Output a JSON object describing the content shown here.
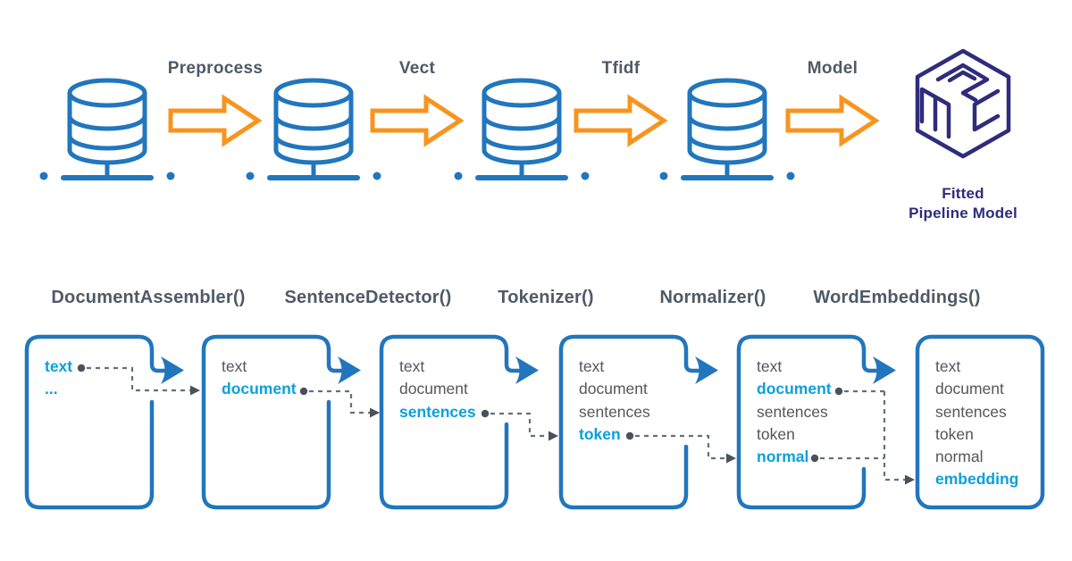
{
  "top_row": {
    "stage_labels": [
      "Preprocess",
      "Vect",
      "Tfidf",
      "Model"
    ],
    "result_caption_line1": "Fitted",
    "result_caption_line2": "Pipeline Model"
  },
  "pipeline": {
    "annotator_labels": [
      "DocumentAssembler()",
      "SentenceDetector()",
      "Tokenizer()",
      "Normalizer()",
      "WordEmbeddings()"
    ],
    "boxes": [
      {
        "items": [
          {
            "label": "text",
            "highlight": true
          },
          {
            "label": "...",
            "highlight": true
          }
        ]
      },
      {
        "items": [
          {
            "label": "text",
            "highlight": false
          },
          {
            "label": "document",
            "highlight": true
          }
        ]
      },
      {
        "items": [
          {
            "label": "text",
            "highlight": false
          },
          {
            "label": "document",
            "highlight": false
          },
          {
            "label": "sentences",
            "highlight": true
          }
        ]
      },
      {
        "items": [
          {
            "label": "text",
            "highlight": false
          },
          {
            "label": "document",
            "highlight": false
          },
          {
            "label": "sentences",
            "highlight": false
          },
          {
            "label": "token",
            "highlight": true
          }
        ]
      },
      {
        "items": [
          {
            "label": "text",
            "highlight": false
          },
          {
            "label": "document",
            "highlight": true
          },
          {
            "label": "sentences",
            "highlight": false
          },
          {
            "label": "token",
            "highlight": false
          },
          {
            "label": "normal",
            "highlight": true
          }
        ]
      },
      {
        "items": [
          {
            "label": "text",
            "highlight": false
          },
          {
            "label": "document",
            "highlight": false
          },
          {
            "label": "sentences",
            "highlight": false
          },
          {
            "label": "token",
            "highlight": false
          },
          {
            "label": "normal",
            "highlight": false
          },
          {
            "label": "embedding",
            "highlight": true
          }
        ]
      }
    ]
  },
  "icons": [
    "database-icon",
    "block-arrow-icon",
    "maze-cube-logo",
    "document-box-icon",
    "dashed-connector-arrow"
  ],
  "colors": {
    "blue": "#2176bd",
    "cyan": "#0aa0dc",
    "orange": "#f8941d",
    "indigo": "#2f2c7c",
    "gray": "#54565c",
    "label": "#4e5a66",
    "dash": "#666f76",
    "dashdark": "#49525a"
  }
}
